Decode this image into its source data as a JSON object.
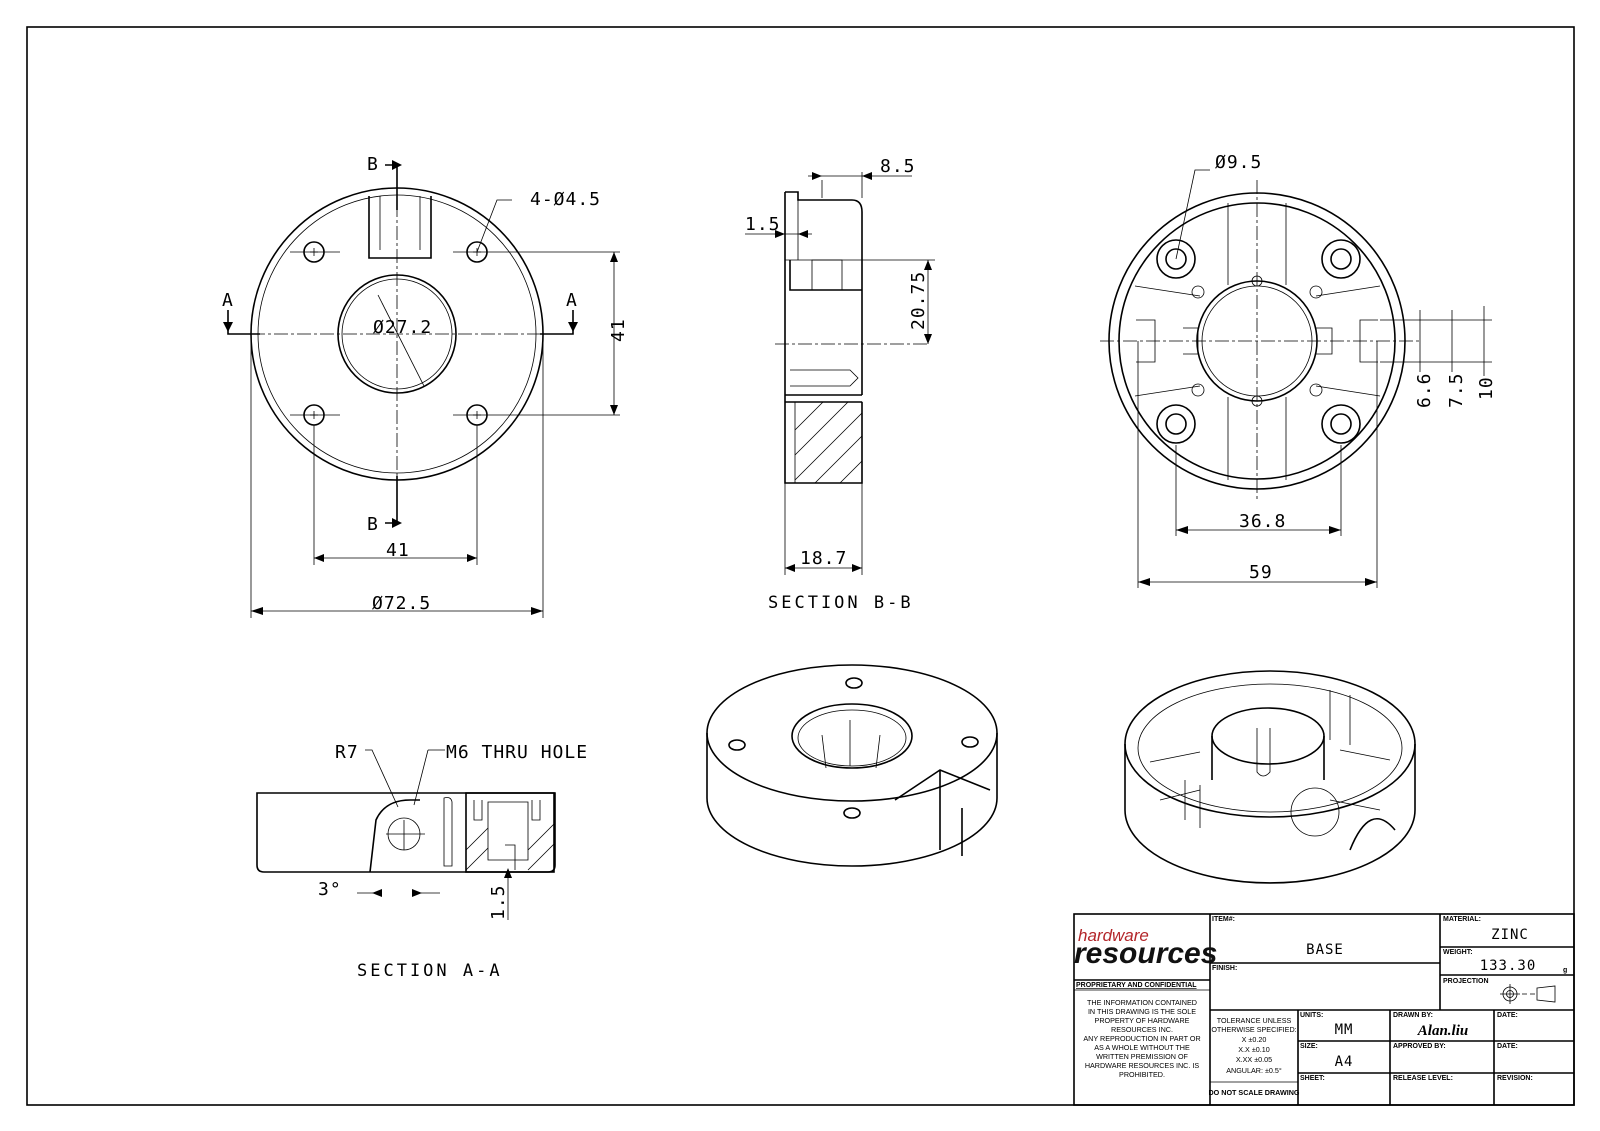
{
  "views": {
    "front": {
      "label_b_top": "B",
      "label_b_bottom": "B",
      "label_a_left": "A",
      "label_a_right": "A",
      "dim_holes": "4-Ø4.5",
      "dim_bore": "Ø27.2",
      "dim_height": "41",
      "dim_spacing": "41",
      "dim_outer": "Ø72.5"
    },
    "section_bb": {
      "title": "SECTION  B-B",
      "dim_top": "8.5",
      "dim_lip": "1.5",
      "dim_half": "20.75",
      "dim_width": "18.7"
    },
    "back": {
      "dim_boss": "Ø9.5",
      "dim_inner": "36.8",
      "dim_outer": "59",
      "dim_a": "6.6",
      "dim_b": "7.5",
      "dim_c": "10"
    },
    "section_aa": {
      "title": "SECTION  A-A",
      "dim_radius": "R7",
      "note_hole": "M6 THRU HOLE",
      "dim_angle": "3°",
      "dim_step": "1.5"
    }
  },
  "title_block": {
    "brand_top": "hardware",
    "brand_bottom": "resources",
    "confidential_heading": "PROPRIETARY AND CONFIDENTIAL",
    "confidential_lines": [
      "THE INFORMATION CONTAINED",
      "IN THIS DRAWING IS THE SOLE",
      "PROPERTY OF HARDWARE",
      "RESOURCES INC.",
      "ANY REPRODUCTION IN PART OR",
      "AS A WHOLE WITHOUT THE",
      "WRITTEN PREMISSION OF",
      "HARDWARE RESOURCES INC. IS",
      "PROHIBITED."
    ],
    "tolerance_lines": [
      "TOLERANCE UNLESS",
      "OTHERWISE SPECIFIED:",
      "X    ±0.20",
      "X.X   ±0.10",
      "X.XX  ±0.05",
      "ANGULAR: ±0.5°"
    ],
    "no_scale": "DO NOT SCALE DRAWING",
    "item_label": "ITEM#:",
    "item_value": "BASE",
    "finish_label": "FINISH:",
    "finish_value": "",
    "material_label": "MATERIAL:",
    "material_value": "ZINC",
    "weight_label": "WEIGHT:",
    "weight_value": "133.30",
    "weight_unit": "g",
    "projection_label": "PROJECTION",
    "units_label": "UNITS:",
    "units_value": "MM",
    "size_label": "SIZE:",
    "size_value": "A4",
    "sheet_label": "SHEET:",
    "sheet_value": "",
    "drawn_label": "DRAWN BY:",
    "drawn_value": "Alan.liu",
    "approved_label": "APPROVED BY:",
    "release_label": "RELEASE LEVEL:",
    "date_label": "DATE:",
    "revision_label": "REVISION:"
  }
}
